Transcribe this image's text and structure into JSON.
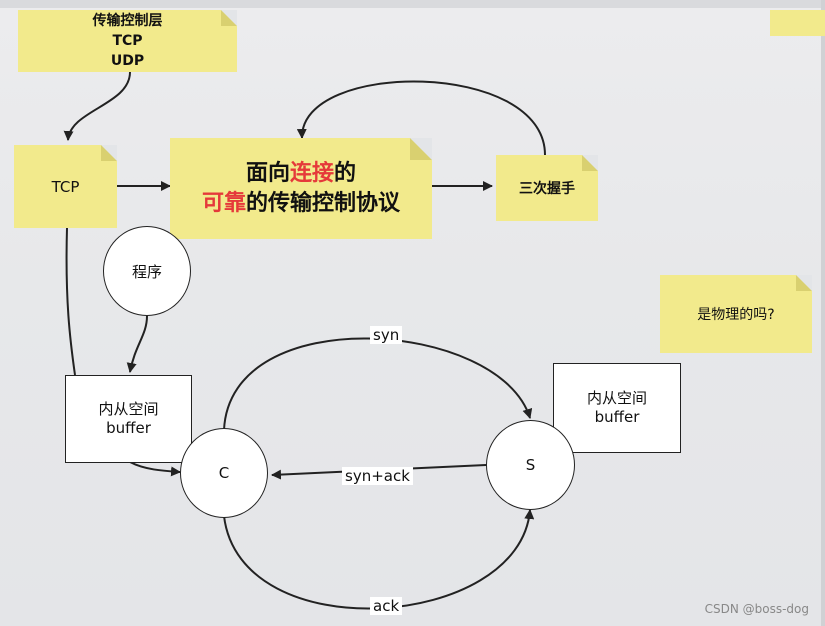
{
  "notes": {
    "transport_layer": {
      "line1": "传输控制层",
      "line2": "TCP",
      "line3": "UDP"
    },
    "tcp": "TCP",
    "main_def": {
      "line1_a": "面向",
      "line1_b": "连接",
      "line1_c": "的",
      "line2_a": "可靠",
      "line2_b": "的传输控制协议"
    },
    "three_way": "三次握手",
    "physical_q": "是物理的吗?"
  },
  "nodes": {
    "program": "程序",
    "client_buffer": {
      "line1": "内从空间",
      "line2": "buffer"
    },
    "server_buffer": {
      "line1": "内从空间",
      "line2": "buffer"
    },
    "client": "C",
    "server": "S"
  },
  "edges": {
    "syn": "syn",
    "synack": "syn+ack",
    "ack": "ack"
  },
  "colors": {
    "note": "#f2ea8c",
    "accent_red": "#e5393a"
  },
  "watermark": "CSDN @boss-dog"
}
